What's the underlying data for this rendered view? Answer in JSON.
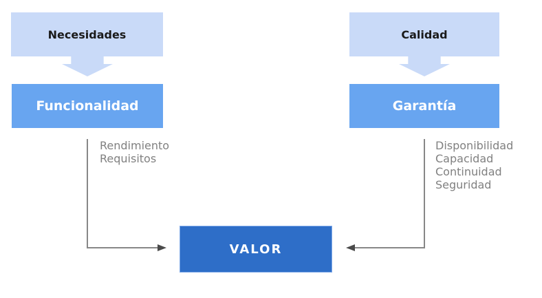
{
  "diagram": {
    "left": {
      "top_label": "Necesidades",
      "main_label": "Funcionalidad",
      "items": [
        "Rendimiento",
        "Requisitos"
      ]
    },
    "right": {
      "top_label": "Calidad",
      "main_label": "Garantía",
      "items": [
        "Disponibilidad",
        "Capacidad",
        "Continuidad",
        "Seguridad"
      ]
    },
    "center": {
      "label": "VALOR"
    },
    "colors": {
      "light_blue_box": "#C9DAF8",
      "medium_blue_box": "#68A5F0",
      "dark_blue_box": "#2E6EC8",
      "gray_text": "#808080",
      "connector_line": "#878787",
      "arrowhead": "#4a4a4a",
      "top_label_text": "#1a1a1a",
      "box_label_text": "#ffffff"
    }
  }
}
